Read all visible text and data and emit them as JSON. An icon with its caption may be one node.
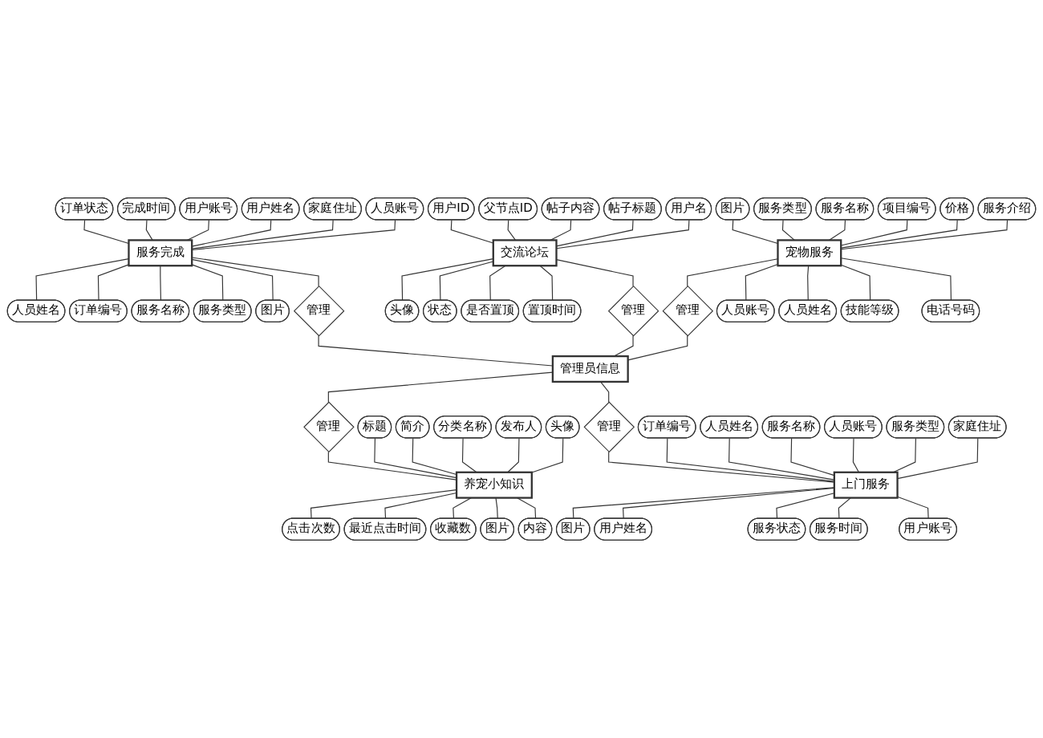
{
  "diagram": {
    "nodes": [
      {
        "text": [
          "服务完成"
        ]
      },
      {
        "text": [
          "订单状态"
        ]
      },
      {
        "text": [
          "完成时间"
        ]
      },
      {
        "text": [
          "用户账号"
        ]
      },
      {
        "text": [
          "用户姓名"
        ]
      },
      {
        "text": [
          "家庭住址"
        ]
      },
      {
        "text": [
          "人员账号"
        ]
      },
      {
        "text": [
          "人员姓名"
        ]
      },
      {
        "text": [
          "订单编号"
        ]
      },
      {
        "text": [
          "服务名称"
        ]
      },
      {
        "text": [
          "服务类型"
        ]
      },
      {
        "text": [
          "图片"
        ]
      },
      {
        "text": [
          "管理"
        ]
      },
      {
        "text": [
          "交流论坛"
        ]
      },
      {
        "text": [
          "用户ID"
        ]
      },
      {
        "text": [
          "父节点ID"
        ]
      },
      {
        "text": [
          "帖子内容"
        ]
      },
      {
        "text": [
          "帖子标题"
        ]
      },
      {
        "text": [
          "用户名"
        ]
      },
      {
        "text": [
          "头像"
        ]
      },
      {
        "text": [
          "状态"
        ]
      },
      {
        "text": [
          "是否置顶"
        ]
      },
      {
        "text": [
          "置顶时间"
        ]
      },
      {
        "text": [
          "管理"
        ]
      },
      {
        "text": [
          "管理员信息"
        ]
      },
      {
        "text": [
          "养宠小知识"
        ]
      },
      {
        "text": [
          "管理"
        ]
      },
      {
        "text": [
          "标题"
        ]
      },
      {
        "text": [
          "简介"
        ]
      },
      {
        "text": [
          "分类名称"
        ]
      },
      {
        "text": [
          "发布人"
        ]
      },
      {
        "text": [
          "头像"
        ]
      },
      {
        "text": [
          "点击次数"
        ]
      },
      {
        "text": [
          "最近点击时间"
        ]
      },
      {
        "text": [
          "收藏数"
        ]
      },
      {
        "text": [
          "图片"
        ]
      },
      {
        "text": [
          "内容"
        ]
      },
      {
        "text": [
          "宠物服务"
        ]
      },
      {
        "text": [
          "管理"
        ]
      },
      {
        "text": [
          "图片"
        ]
      },
      {
        "text": [
          "服务类型"
        ]
      },
      {
        "text": [
          "服务名称"
        ]
      },
      {
        "text": [
          "项目编号"
        ]
      },
      {
        "text": [
          "价格"
        ]
      },
      {
        "text": [
          "服务介绍"
        ]
      },
      {
        "text": [
          "人员账号"
        ]
      },
      {
        "text": [
          "人员姓名"
        ]
      },
      {
        "text": [
          "技能等级"
        ]
      },
      {
        "text": [
          "电话号码"
        ]
      },
      {
        "text": [
          "管理"
        ]
      },
      {
        "text": [
          "上门服务"
        ]
      },
      {
        "text": [
          "订单编号"
        ]
      },
      {
        "text": [
          "人员姓名"
        ]
      },
      {
        "text": [
          "服务名称"
        ]
      },
      {
        "text": [
          "人员账号"
        ]
      },
      {
        "text": [
          "服务类型"
        ]
      },
      {
        "text": [
          "家庭住址"
        ]
      },
      {
        "text": [
          "图片"
        ]
      },
      {
        "text": [
          "用户姓名"
        ]
      },
      {
        "text": [
          "服务状态"
        ]
      },
      {
        "text": [
          "服务时间"
        ]
      },
      {
        "text": [
          "用户账号"
        ]
      }
    ],
    "edges": [
      {
        "from": 1,
        "to": 0,
        "arrow": "none"
      },
      {
        "from": 2,
        "to": 0,
        "arrow": "none"
      },
      {
        "from": 3,
        "to": 0,
        "arrow": "none"
      },
      {
        "from": 4,
        "to": 0,
        "arrow": "none"
      },
      {
        "from": 5,
        "to": 0,
        "arrow": "none"
      },
      {
        "from": 6,
        "to": 0,
        "arrow": "none"
      },
      {
        "from": 0,
        "to": 7,
        "arrow": "none"
      },
      {
        "from": 0,
        "to": 8,
        "arrow": "none"
      },
      {
        "from": 0,
        "to": 9,
        "arrow": "none"
      },
      {
        "from": 0,
        "to": 10,
        "arrow": "none"
      },
      {
        "from": 0,
        "to": 11,
        "arrow": "none"
      },
      {
        "from": 0,
        "to": 12,
        "arrow": "none"
      },
      {
        "from": 12,
        "to": 24,
        "arrow": "none"
      },
      {
        "from": 14,
        "to": 13,
        "arrow": "none"
      },
      {
        "from": 15,
        "to": 13,
        "arrow": "none"
      },
      {
        "from": 16,
        "to": 13,
        "arrow": "none"
      },
      {
        "from": 17,
        "to": 13,
        "arrow": "none"
      },
      {
        "from": 18,
        "to": 13,
        "arrow": "none"
      },
      {
        "from": 13,
        "to": 19,
        "arrow": "none"
      },
      {
        "from": 13,
        "to": 20,
        "arrow": "none"
      },
      {
        "from": 13,
        "to": 21,
        "arrow": "none"
      },
      {
        "from": 13,
        "to": 22,
        "arrow": "none"
      },
      {
        "from": 13,
        "to": 23,
        "arrow": "none"
      },
      {
        "from": 23,
        "to": 24,
        "arrow": "none"
      },
      {
        "from": 24,
        "to": 26,
        "arrow": "none"
      },
      {
        "from": 26,
        "to": 25,
        "arrow": "none"
      },
      {
        "from": 27,
        "to": 25,
        "arrow": "none"
      },
      {
        "from": 28,
        "to": 25,
        "arrow": "none"
      },
      {
        "from": 29,
        "to": 25,
        "arrow": "none"
      },
      {
        "from": 30,
        "to": 25,
        "arrow": "none"
      },
      {
        "from": 31,
        "to": 25,
        "arrow": "none"
      },
      {
        "from": 25,
        "to": 32,
        "arrow": "none"
      },
      {
        "from": 25,
        "to": 33,
        "arrow": "none"
      },
      {
        "from": 25,
        "to": 34,
        "arrow": "none"
      },
      {
        "from": 25,
        "to": 35,
        "arrow": "none"
      },
      {
        "from": 25,
        "to": 36,
        "arrow": "none"
      },
      {
        "from": 37,
        "to": 38,
        "arrow": "none"
      },
      {
        "from": 38,
        "to": 24,
        "arrow": "none"
      },
      {
        "from": 39,
        "to": 37,
        "arrow": "none"
      },
      {
        "from": 40,
        "to": 37,
        "arrow": "none"
      },
      {
        "from": 41,
        "to": 37,
        "arrow": "none"
      },
      {
        "from": 42,
        "to": 37,
        "arrow": "none"
      },
      {
        "from": 43,
        "to": 37,
        "arrow": "none"
      },
      {
        "from": 44,
        "to": 37,
        "arrow": "none"
      },
      {
        "from": 37,
        "to": 45,
        "arrow": "none"
      },
      {
        "from": 37,
        "to": 46,
        "arrow": "none"
      },
      {
        "from": 37,
        "to": 47,
        "arrow": "none"
      },
      {
        "from": 37,
        "to": 48,
        "arrow": "none"
      },
      {
        "from": 24,
        "to": 49,
        "arrow": "none"
      },
      {
        "from": 49,
        "to": 50,
        "arrow": "none"
      },
      {
        "from": 51,
        "to": 50,
        "arrow": "none"
      },
      {
        "from": 52,
        "to": 50,
        "arrow": "none"
      },
      {
        "from": 53,
        "to": 50,
        "arrow": "none"
      },
      {
        "from": 54,
        "to": 50,
        "arrow": "none"
      },
      {
        "from": 55,
        "to": 50,
        "arrow": "none"
      },
      {
        "from": 56,
        "to": 50,
        "arrow": "none"
      },
      {
        "from": 50,
        "to": 57,
        "arrow": "none"
      },
      {
        "from": 50,
        "to": 58,
        "arrow": "none"
      },
      {
        "from": 50,
        "to": 59,
        "arrow": "none"
      },
      {
        "from": 50,
        "to": 60,
        "arrow": "none"
      },
      {
        "from": 50,
        "to": 61,
        "arrow": "none"
      }
    ]
  }
}
